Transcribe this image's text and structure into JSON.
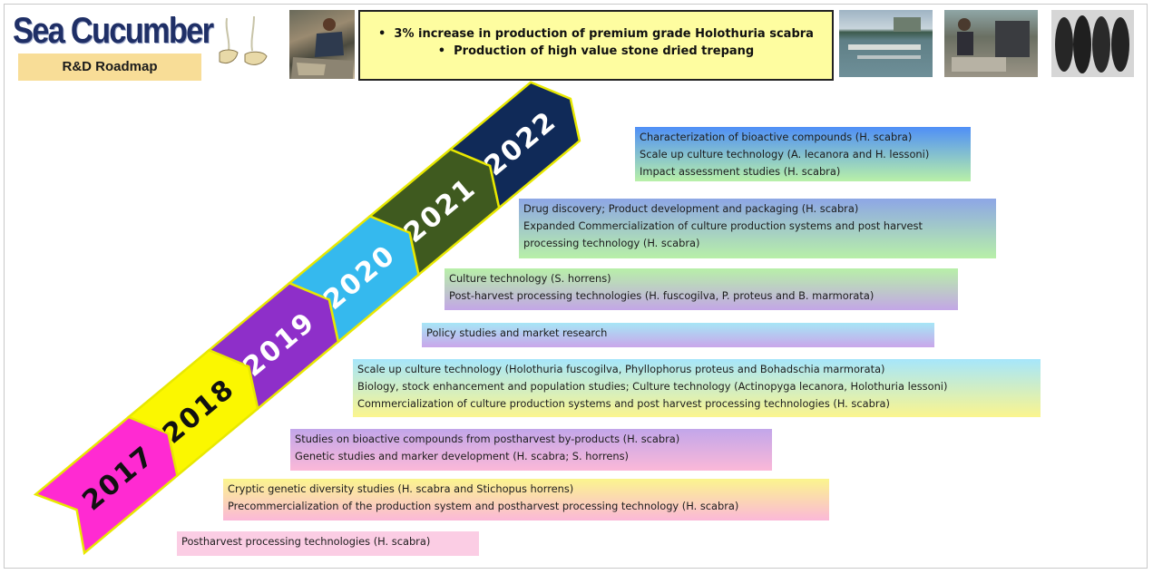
{
  "header": {
    "title": "Sea Cucumber",
    "subtitle": "R&D Roadmap"
  },
  "goals": {
    "line1": "3% increase in production of premium grade Holothuria scabra",
    "line2": "Production of high value stone dried trepang"
  },
  "timeline": {
    "years": [
      "2017",
      "2018",
      "2019",
      "2020",
      "2021",
      "2022"
    ],
    "colors": [
      "#ff2ad2",
      "#fbf700",
      "#8e2fc9",
      "#35b9ee",
      "#3f5a1f",
      "#102a58"
    ],
    "text_colors": [
      "#111111",
      "#111111",
      "#ffffff",
      "#ffffff",
      "#ffffff",
      "#ffffff"
    ]
  },
  "activities": [
    {
      "lines": [
        "Characterization of bioactive compounds  (H. scabra)",
        "Scale up culture technology (A. lecanora and H. lessoni)",
        "Impact assessment studies (H. scabra)"
      ],
      "top_color": "#4f8ff7",
      "bottom_color": "#b8f0a8"
    },
    {
      "lines": [
        "Drug discovery; Product development and packaging  (H. scabra)",
        " Expanded Commercialization of culture production systems and post harvest",
        "processing technology (H. scabra)"
      ],
      "top_color": "#8da6e6",
      "bottom_color": "#b8f0a8"
    },
    {
      "lines": [
        "Culture technology (S. horrens)",
        "Post-harvest processing technologies (H. fuscogilva, P. proteus  and B. marmorata)"
      ],
      "top_color": "#b8f0a8",
      "bottom_color": "#c3a6e6"
    },
    {
      "lines": [
        "Policy studies and market research"
      ],
      "top_color": "#a6e6f6",
      "bottom_color": "#c9a6ea"
    },
    {
      "lines": [
        "Scale up culture technology (Holothuria fuscogilva, Phyllophorus proteus  and Bohadschia marmorata)",
        "Biology, stock enhancement and population studies; Culture technology (Actinopyga lecanora, Holothuria lessoni)",
        "Commercialization of culture production systems and post harvest processing technologies (H. scabra)"
      ],
      "top_color": "#a6e6fb",
      "bottom_color": "#fbf58e"
    },
    {
      "lines": [
        "Studies on bioactive compounds from postharvest by-products (H. scabra)",
        "Genetic studies and marker development (H. scabra; S. horrens)"
      ],
      "top_color": "#c2a6ea",
      "bottom_color": "#fbb8d8"
    },
    {
      "lines": [
        "Cryptic genetic diversity studies (H. scabra and Stichopus horrens)",
        "Precommercialization of the production system and postharvest processing technology (H. scabra)"
      ],
      "top_color": "#fbf58e",
      "bottom_color": "#fbb8d8"
    },
    {
      "lines": [
        "Postharvest processing technologies (H. scabra)"
      ],
      "top_color": "#fbcde4",
      "bottom_color": "#fbcde4"
    }
  ]
}
